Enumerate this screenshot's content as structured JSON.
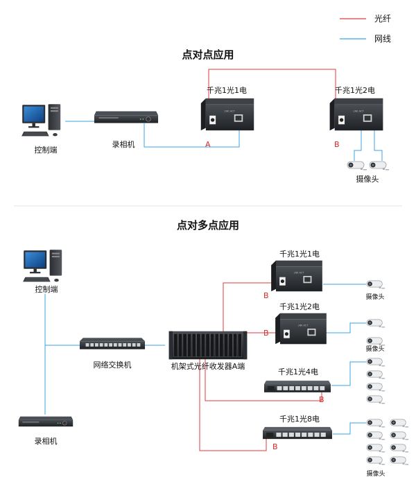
{
  "legend": {
    "fiber_label": "光纤",
    "cable_label": "网线",
    "fiber_color": "#e0393e",
    "cable_color": "#3aa3e3"
  },
  "top": {
    "title": "点对点应用",
    "control_label": "控制端",
    "recorder_label": "录相机",
    "conv_a_label": "千兆1光1电",
    "conv_b_label": "千兆1光2电",
    "camera_label": "摄像头",
    "marker_a": "A",
    "marker_b": "B"
  },
  "bottom": {
    "title": "点对多点应用",
    "control_label": "控制端",
    "switch_label": "网络交换机",
    "rack_label": "机架式光纤收发器A端",
    "recorder_label": "录相机",
    "devices": [
      {
        "label": "千兆1光1电",
        "marker": "B",
        "camera_label": "摄像头"
      },
      {
        "label": "千兆1光2电",
        "marker": "B",
        "camera_label": "摄像头"
      },
      {
        "label": "千兆1光4电",
        "marker": "B"
      },
      {
        "label": "千兆1光8电",
        "marker": "B",
        "camera_label": "摄像头"
      }
    ]
  },
  "icons": {
    "computer": "desktop-computer-icon",
    "recorder": "dvr-recorder-icon",
    "converter": "media-converter-icon",
    "switch": "network-switch-icon",
    "rack": "rack-chassis-icon",
    "camera": "bullet-camera-icon"
  }
}
